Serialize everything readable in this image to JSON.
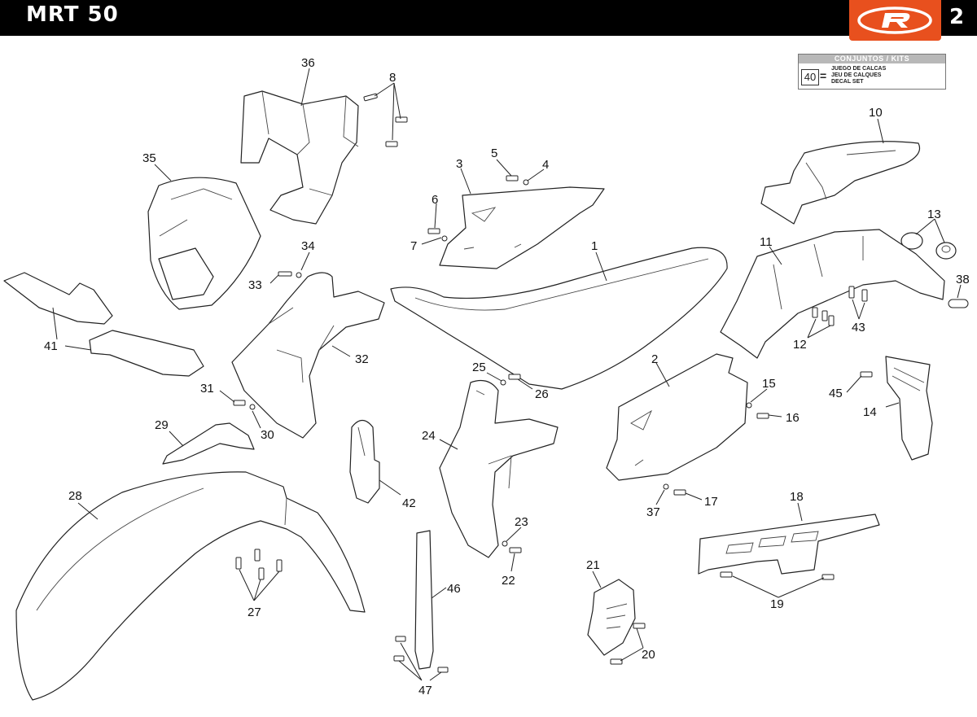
{
  "header": {
    "model": "MRT 50",
    "page_number": "2",
    "logo": "rieju-r-logo",
    "brand_color": "#e8501e",
    "bar_color": "#000000"
  },
  "kits_box": {
    "header": "CONJUNTOS / KITS",
    "item_number": "40",
    "equals": "=",
    "lines": [
      "JUEGO DE CALCAS",
      "JEU DE CALQUES",
      "DECAL SET"
    ]
  },
  "callouts": [
    "1",
    "2",
    "3",
    "4",
    "5",
    "6",
    "7",
    "8",
    "10",
    "11",
    "12",
    "13",
    "14",
    "15",
    "16",
    "17",
    "18",
    "19",
    "20",
    "21",
    "22",
    "23",
    "24",
    "25",
    "26",
    "27",
    "28",
    "29",
    "30",
    "31",
    "32",
    "33",
    "34",
    "35",
    "36",
    "37",
    "38",
    "41",
    "42",
    "43",
    "45",
    "46",
    "47"
  ]
}
